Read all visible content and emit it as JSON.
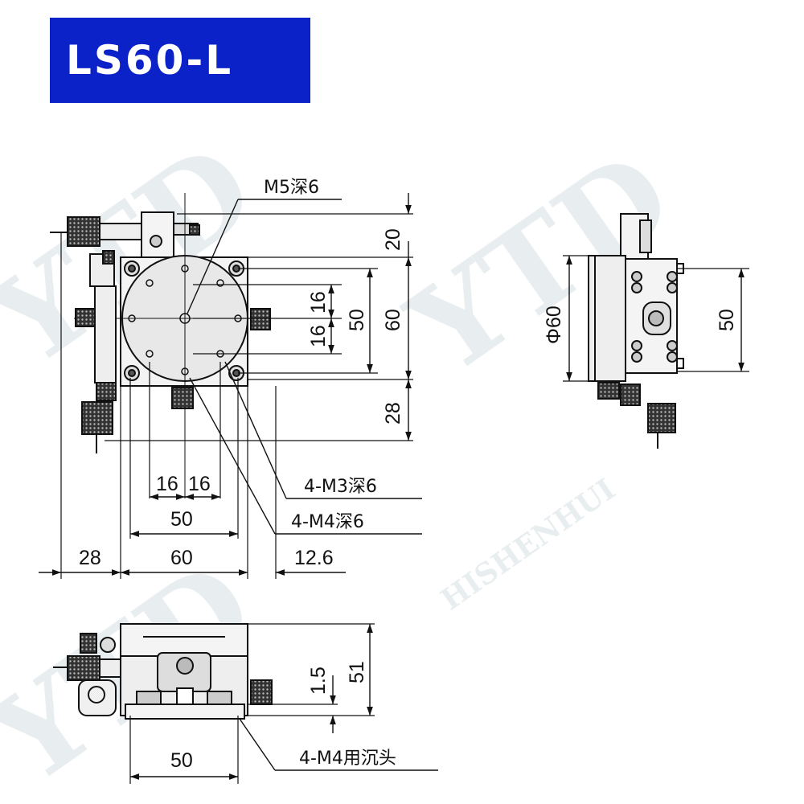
{
  "title": "LS60-L",
  "watermark": {
    "text": "YTD",
    "subtext": "HISHENHUI"
  },
  "colors": {
    "title_bg": "#0b22c9",
    "title_fg": "#ffffff",
    "line": "#111111"
  },
  "callouts": {
    "top_hole": "M5深6",
    "m3_holes": "4-M3深6",
    "m4_holes": "4-M4深6",
    "counterbore": "4-M4用沉头"
  },
  "dimensions": {
    "top_view": {
      "d20": "20",
      "d16a": "16",
      "d16b": "16",
      "d50v": "50",
      "d60v": "60",
      "d28v": "28",
      "d16c": "16",
      "d16d": "16",
      "d50h": "50",
      "d28h": "28",
      "d60h": "60",
      "d12_6": "12.6"
    },
    "side_view": {
      "phi60": "Φ60",
      "d50": "50"
    },
    "front_view": {
      "d1_5": "1.5",
      "d51": "51",
      "d50": "50"
    }
  }
}
